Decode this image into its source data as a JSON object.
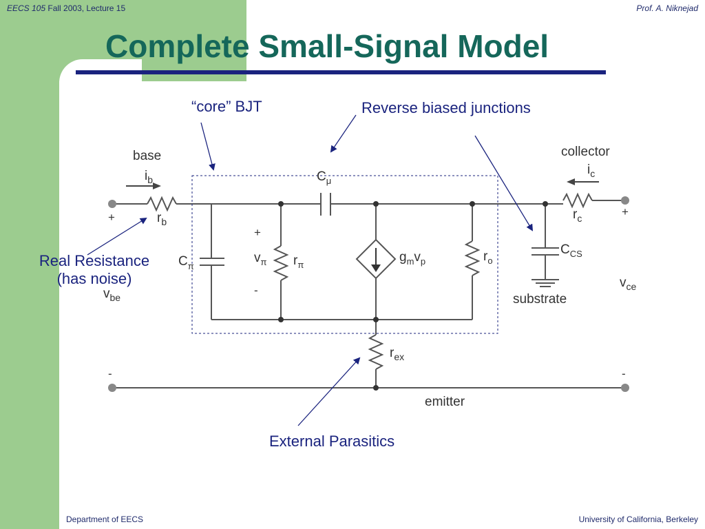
{
  "header": {
    "course": "EECS 105",
    "lecture": "Fall 2003, Lecture 15",
    "author": "Prof. A. Niknejad"
  },
  "title": "Complete Small-Signal Model",
  "footer": {
    "department": "Department of EECS",
    "university": "University of California, Berkeley"
  },
  "annotations": {
    "core_bjt": "“core” BJT",
    "reverse_biased": "Reverse biased junctions",
    "real_resistance_line1": "Real Resistance",
    "real_resistance_line2": "(has noise)",
    "external_parasitics": "External Parasitics"
  },
  "circuit": {
    "base": "base",
    "ib": "i",
    "ib_sub": "b",
    "rb": "r",
    "rb_sub": "b",
    "base_plus": "+",
    "cpi": "C",
    "cpi_sub": "π",
    "vpi": "v",
    "vpi_sub": "π",
    "vpi_plus": "+",
    "vpi_minus": "-",
    "rpi": "r",
    "rpi_sub": "π",
    "cmu": "C",
    "cmu_sub": "μ",
    "gm": "g",
    "gm_sub": "m",
    "gm_v": "v",
    "gm_v_sub": "p",
    "ro": "r",
    "ro_sub": "o",
    "collector": "collector",
    "ic": "i",
    "ic_sub": "c",
    "rc": "r",
    "rc_sub": "c",
    "collector_plus": "+",
    "ccs": "C",
    "ccs_sub": "CS",
    "substrate": "substrate",
    "vce": "v",
    "vce_sub": "ce",
    "vbe": "v",
    "vbe_sub": "be",
    "rex": "r",
    "rex_sub": "ex",
    "base_minus": "-",
    "collector_minus": "-",
    "emitter": "emitter"
  },
  "colors": {
    "sidebar": "#9ccc8f",
    "title": "#15675a",
    "title_rule": "#1a237e",
    "annotation": "#1a237e",
    "wire": "#555555"
  }
}
